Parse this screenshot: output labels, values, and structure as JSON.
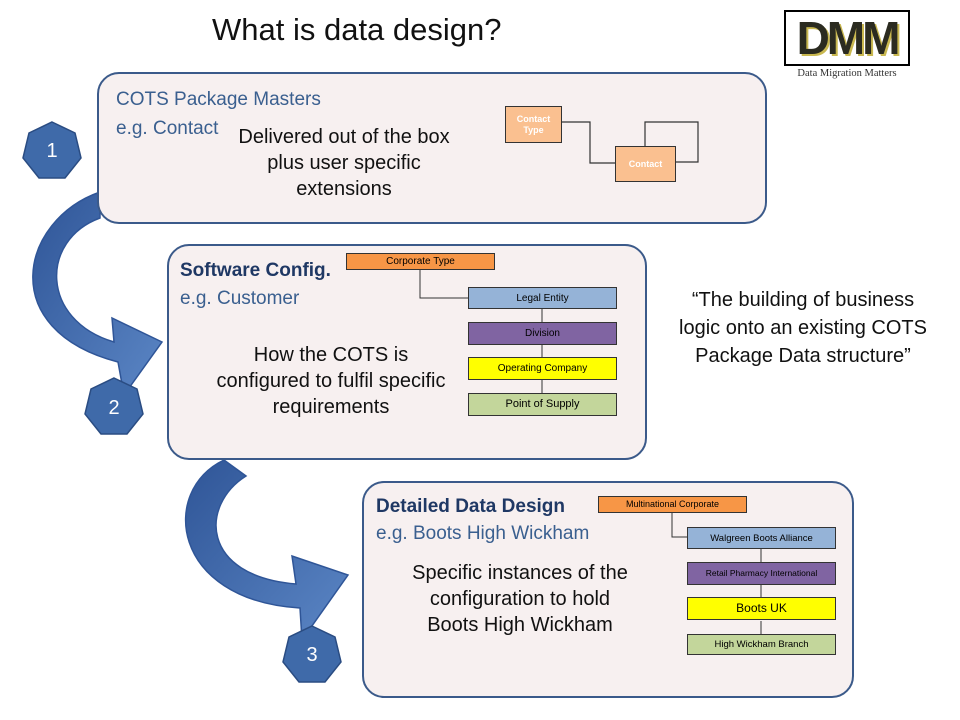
{
  "title": "What is data design?",
  "logo": {
    "letters": "DMM",
    "tagline": "Data Migration Matters"
  },
  "panels": [
    {
      "number": "1",
      "heading": "COTS Package Masters",
      "example": "e.g. Contact",
      "description": "Delivered out of the box plus user specific extensions",
      "entities": [
        "Contact Type",
        "Contact"
      ]
    },
    {
      "number": "2",
      "heading": "Software Config.",
      "example": "e.g. Customer",
      "description": "How the COTS is configured  to fulfil specific requirements",
      "entities": [
        "Corporate Type",
        "Legal Entity",
        "Division",
        "Operating Company",
        "Point of Supply"
      ]
    },
    {
      "number": "3",
      "heading": "Detailed Data Design",
      "example": "e.g. Boots High Wickham",
      "description": "Specific instances of the configuration to hold Boots High Wickham",
      "entities": [
        "Multinational Corporate",
        "Walgreen Boots Alliance",
        "Retail Pharmacy International",
        "Boots UK",
        "High Wickham Branch"
      ]
    }
  ],
  "quote": "“The building of business logic onto an existing COTS Package Data structure”",
  "colors": {
    "panel_border": "#3b5a8a",
    "panel_fill": "#f7f0f0",
    "hexagon": "#3f6aa9",
    "arrow": "#4a74b4",
    "orange": "#f79646",
    "blue": "#95b3d7",
    "purple": "#8064a2",
    "yellow": "#ffff00",
    "green": "#c3d69b",
    "peach": "#fac090"
  }
}
